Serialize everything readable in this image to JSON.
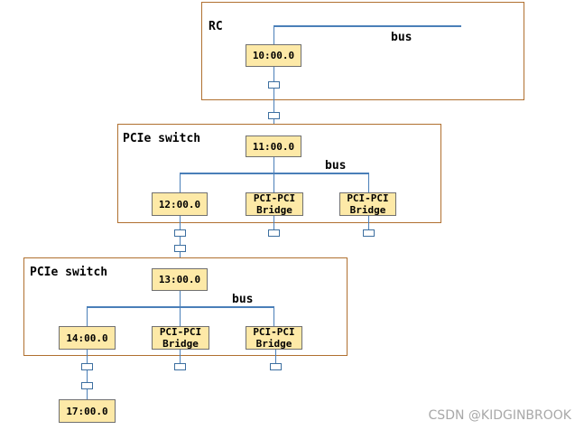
{
  "rc": {
    "title": "RC",
    "bus_label": "bus",
    "node": "10:00.0"
  },
  "switch1": {
    "title": "PCIe switch",
    "bus_label": "bus",
    "upstream": "11:00.0",
    "downstream": [
      "12:00.0",
      "PCI-PCI\nBridge",
      "PCI-PCI\nBridge"
    ]
  },
  "switch2": {
    "title": "PCIe switch",
    "bus_label": "bus",
    "upstream": "13:00.0",
    "downstream": [
      "14:00.0",
      "PCI-PCI\nBridge",
      "PCI-PCI\nBridge"
    ]
  },
  "endpoint": "17:00.0",
  "watermark": "CSDN @KIDGINBROOK"
}
